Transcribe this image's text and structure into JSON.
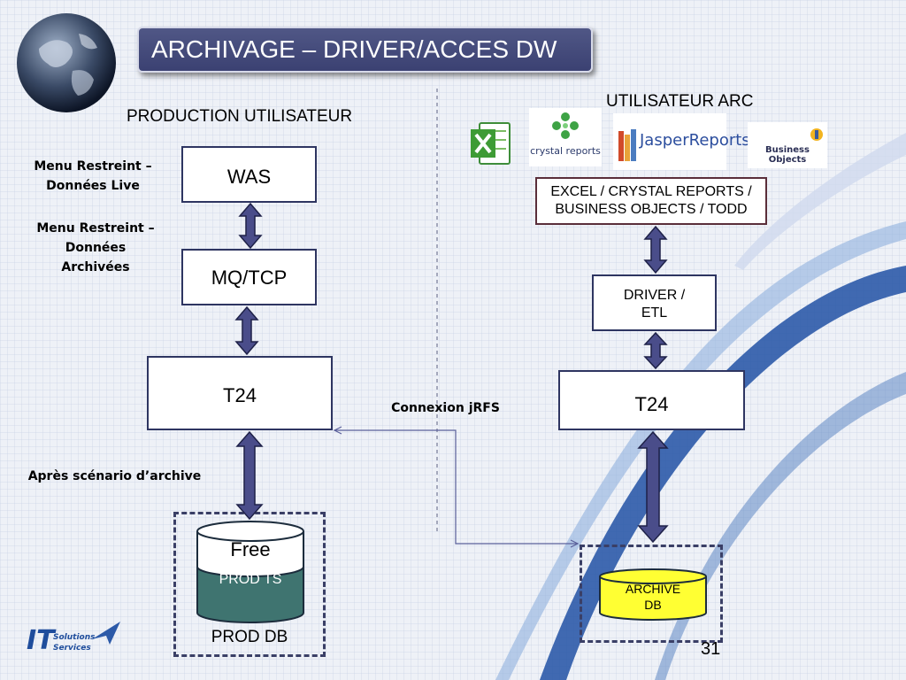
{
  "title": "ARCHIVAGE – DRIVER/ACCES DW",
  "left": {
    "header": "PRODUCTION UTILISATEUR",
    "note_live": "Menu Restreint – Données Live",
    "note_archived": "Menu Restreint – Données Archivées",
    "note_after": "Après scénario d’archive",
    "was": "WAS",
    "mqtcp": "MQ/TCP",
    "t24": "T24",
    "free": "Free",
    "prod_ts": "PROD TS",
    "prod_db": "PROD DB"
  },
  "connection_label": "Connexion jRFS",
  "right": {
    "header": "UTILISATEUR ARC",
    "tools": "EXCEL / CRYSTAL REPORTS / BUSINESS OBJECTS / TODD",
    "driver": "DRIVER / ETL",
    "t24": "T24",
    "archive_db": "ARCHIVE DB"
  },
  "logos": {
    "crystal": "crystal reports",
    "jasper": "JasperReports",
    "business": "Business Objects",
    "it_mark": "IT",
    "it_line1": "Solutions",
    "it_line2": "Services"
  },
  "page_number": "31",
  "colors": {
    "title_bg": "#474e80",
    "box_border": "#2e3561",
    "arrow": "#4a4d8a",
    "db_teal": "#3f7470",
    "archive_yellow": "#ffff33",
    "swoosh_blue": "#2c5aa8"
  }
}
